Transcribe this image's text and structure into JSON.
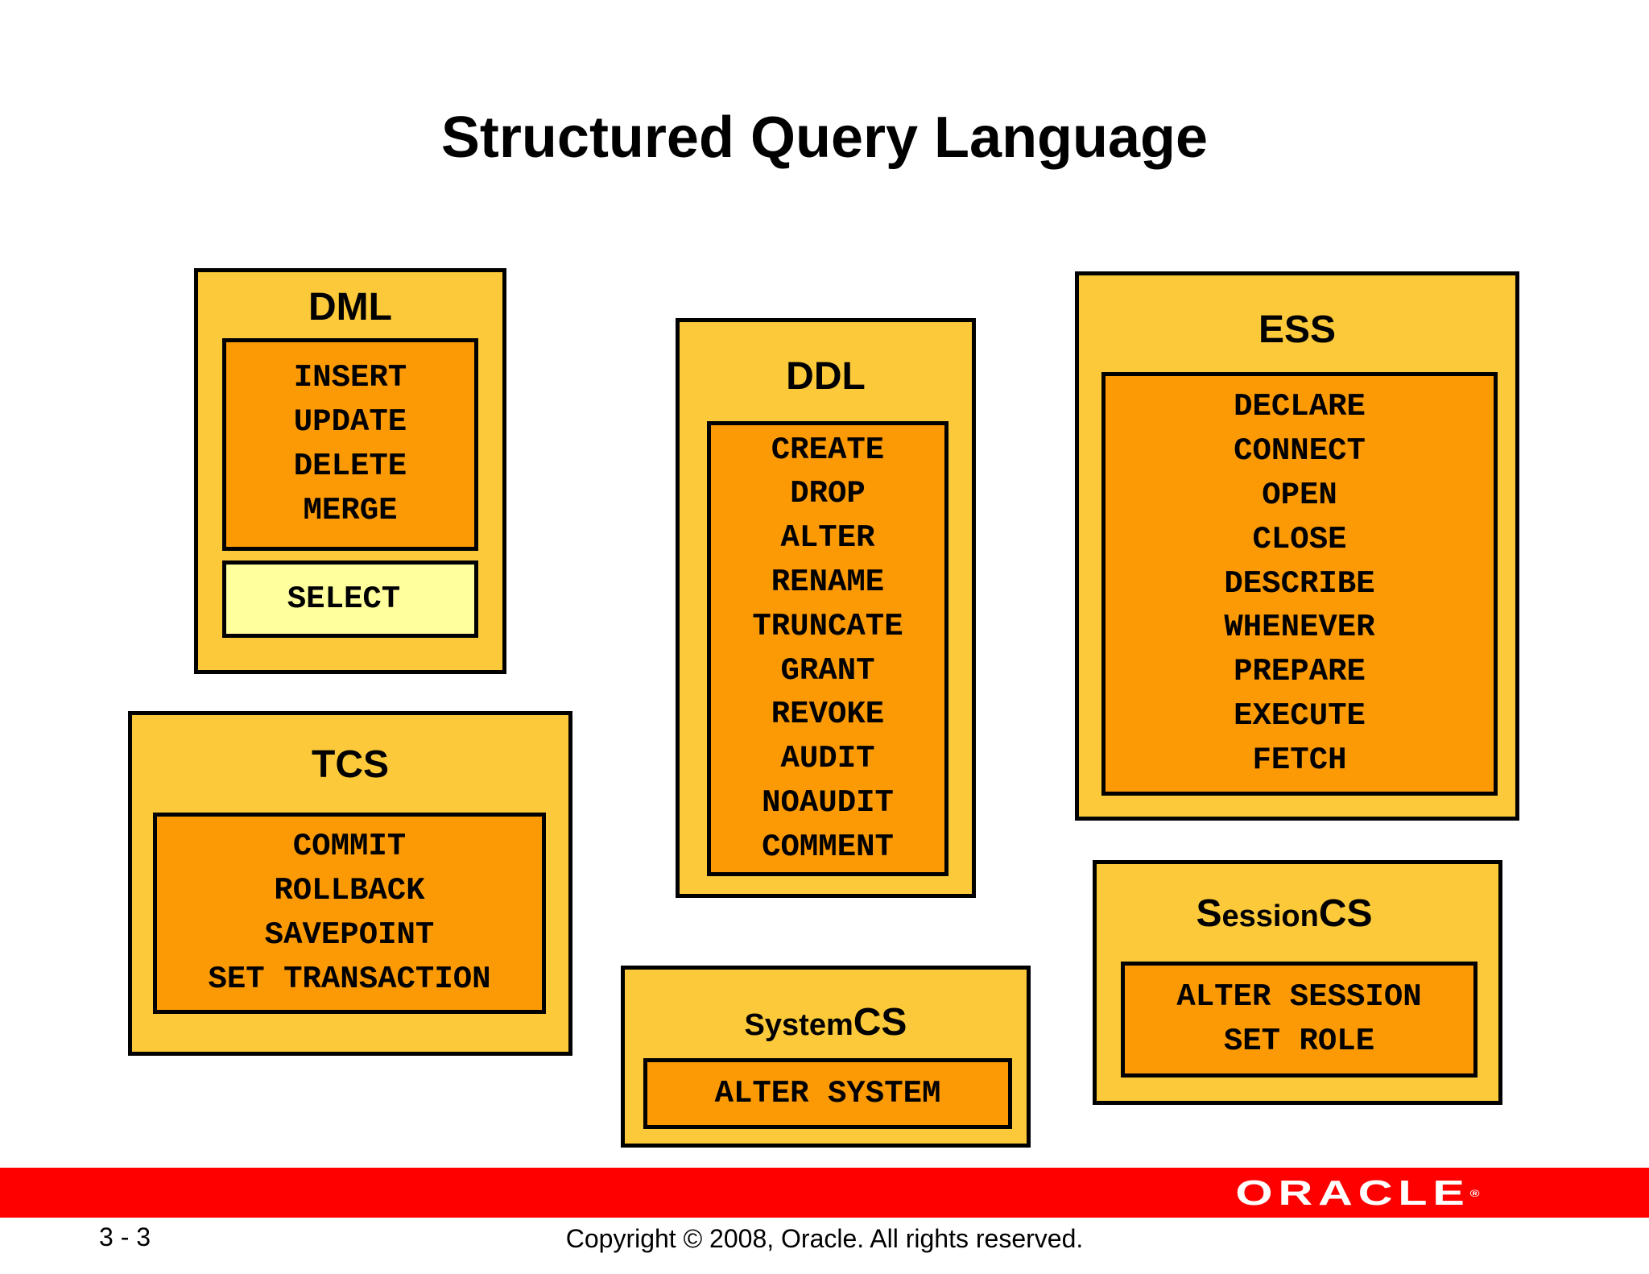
{
  "title": "Structured Query Language",
  "groups": {
    "dml": {
      "label": "DML",
      "commands": [
        "INSERT",
        "UPDATE",
        "DELETE",
        "MERGE"
      ],
      "select": "SELECT"
    },
    "ddl": {
      "label": "DDL",
      "commands": [
        "CREATE",
        "DROP",
        "ALTER",
        "RENAME",
        "TRUNCATE",
        "GRANT",
        "REVOKE",
        "AUDIT",
        "NOAUDIT",
        "COMMENT"
      ]
    },
    "ess": {
      "label": "ESS",
      "commands": [
        "DECLARE",
        "CONNECT",
        "OPEN",
        "CLOSE",
        "DESCRIBE",
        "WHENEVER",
        "PREPARE",
        "EXECUTE",
        "FETCH"
      ]
    },
    "tcs": {
      "label": "TCS",
      "commands": [
        "COMMIT",
        "ROLLBACK",
        "SAVEPOINT",
        "SET TRANSACTION"
      ]
    },
    "systemcs": {
      "label_small": "System",
      "label_big": "CS",
      "commands": [
        "ALTER SYSTEM"
      ]
    },
    "sessioncs": {
      "label_big_first": "S",
      "label_small": "ession",
      "label_big": "CS",
      "commands": [
        "ALTER SESSION",
        "SET ROLE"
      ]
    }
  },
  "footer": {
    "logo": "ORACLE",
    "logo_mark": "®",
    "slide_number": "3 - 3",
    "copyright": "Copyright © 2008, Oracle. All rights reserved."
  },
  "colors": {
    "outer_fill": "#fcc93a",
    "inner_fill": "#fb9a05",
    "select_fill": "#ffff9e",
    "band": "#fe0000"
  }
}
